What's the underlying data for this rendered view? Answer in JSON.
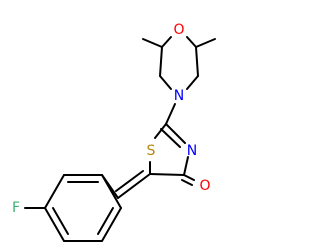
{
  "molecule": {
    "atoms": {
      "oxygen_morpholine": {
        "symbol": "O",
        "color": "#ff0000"
      },
      "nitrogen_morpholine": {
        "symbol": "N",
        "color": "#0000ff"
      },
      "sulfur": {
        "symbol": "S",
        "color": "#b8860b"
      },
      "nitrogen_thiazole": {
        "symbol": "N",
        "color": "#0000ff"
      },
      "oxygen_carbonyl": {
        "symbol": "O",
        "color": "#ff0000"
      },
      "fluorine": {
        "symbol": "F",
        "color": "#3cb371"
      }
    }
  }
}
